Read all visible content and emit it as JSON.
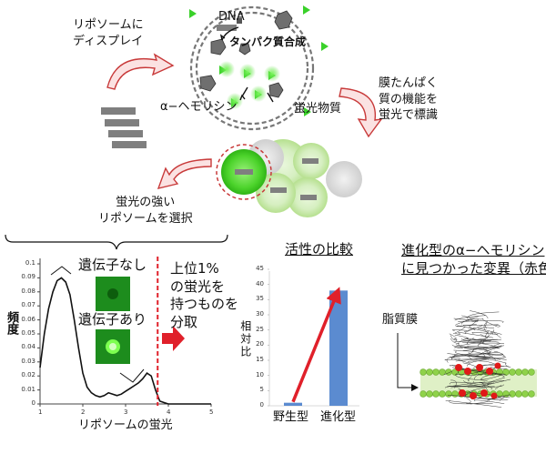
{
  "top": {
    "display_label": "リポソームに\nディスプレイ",
    "dna_label": "DNA",
    "protein_synthesis_label": "タンパク質合成",
    "hemolysin_label": "α−ヘモリシン",
    "fluor_label": "蛍光物質",
    "membrane_label": "膜たんぱく\n質の機能を\n蛍光で標識",
    "select_label": "蛍光の強い\nリポソームを選択"
  },
  "histogram": {
    "y_label": "頻度",
    "x_label": "リポソームの蛍光",
    "no_gene_label": "遺伝子なし",
    "gene_label": "遺伝子あり",
    "top_label": "上位1%\nの蛍光を\n持つものを\n分取",
    "threshold_color": "#e0202a"
  },
  "activity": {
    "title": "活性の比較",
    "y_label": "相対比",
    "wild_label": "野生型",
    "evolved_label": "進化型",
    "bar_color": "#5b8bd0",
    "arrow_color": "#e0202a"
  },
  "mutation": {
    "title": "進化型のα−ヘモリシン\nに見つかった変異（赤色）",
    "membrane_label": "脂質膜"
  },
  "chart_data": [
    {
      "type": "line",
      "x": [
        1.0,
        1.1,
        1.2,
        1.3,
        1.4,
        1.5,
        1.6,
        1.7,
        1.8,
        1.9,
        2.0,
        2.1,
        2.2,
        2.3,
        2.4,
        2.5,
        2.6,
        2.7,
        2.8,
        2.9,
        3.0,
        3.1,
        3.2,
        3.3,
        3.4,
        3.5,
        3.6,
        3.7,
        3.8,
        3.9,
        4.0,
        4.5,
        5.0
      ],
      "series": [
        {
          "values": [
            0.026,
            0.05,
            0.068,
            0.08,
            0.088,
            0.09,
            0.087,
            0.078,
            0.06,
            0.04,
            0.022,
            0.012,
            0.008,
            0.006,
            0.005,
            0.006,
            0.008,
            0.007,
            0.006,
            0.007,
            0.009,
            0.011,
            0.013,
            0.015,
            0.018,
            0.022,
            0.02,
            0.01,
            0.002,
            0.001,
            0.0,
            0.0,
            0.0
          ]
        }
      ],
      "xlim": [
        1,
        5
      ],
      "ylim": [
        0,
        0.1
      ],
      "xticks": [
        "1",
        "2",
        "3",
        "4",
        "5"
      ],
      "yticks": [
        "0",
        "0.01",
        "0.02",
        "0.03",
        "0.04",
        "0.05",
        "0.06",
        "0.07",
        "0.08",
        "0.09",
        "0.1"
      ],
      "threshold_x": 3.75,
      "ylabel": "頻度",
      "xlabel": "リポソームの蛍光"
    },
    {
      "type": "bar",
      "categories": [
        "野生型",
        "進化型"
      ],
      "values": [
        1,
        38
      ],
      "ylim": [
        0,
        45
      ],
      "yticks": [
        "0",
        "5",
        "10",
        "15",
        "20",
        "25",
        "30",
        "35",
        "40",
        "45"
      ],
      "title": "活性の比較",
      "ylabel": "相対比"
    }
  ]
}
